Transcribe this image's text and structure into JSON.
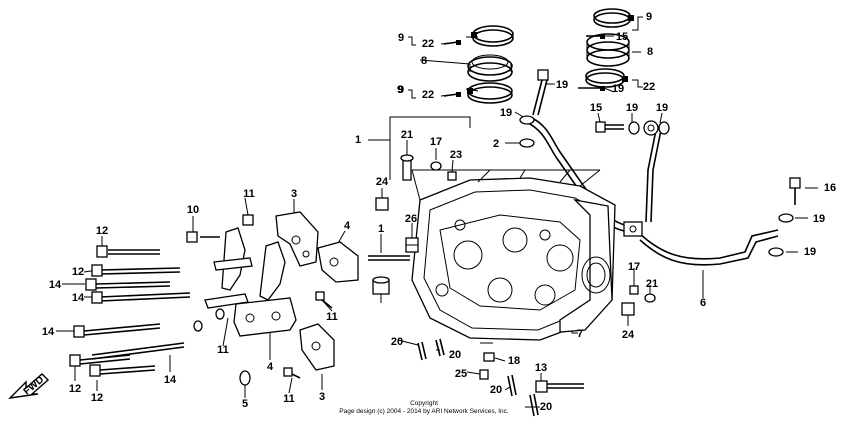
{
  "diagram": {
    "callouts": [
      "9",
      "22",
      "9",
      "8",
      "9",
      "22",
      "8",
      "9",
      "22",
      "15",
      "19",
      "19",
      "19",
      "15",
      "19",
      "19",
      "2",
      "1",
      "21",
      "17",
      "23",
      "24",
      "26",
      "1",
      "16",
      "19",
      "19",
      "17",
      "21",
      "24",
      "7",
      "6",
      "11",
      "10",
      "12",
      "12",
      "14",
      "14",
      "14",
      "12",
      "12",
      "14",
      "3",
      "4",
      "11",
      "11",
      "4",
      "11",
      "5",
      "3",
      "20",
      "20",
      "25",
      "18",
      "20",
      "20",
      "13"
    ],
    "fwd_label": "FWD",
    "copyright_line1": "Copyright",
    "copyright_line2": "Page design (c) 2004 - 2014 by ARI Network Services, Inc."
  },
  "colors": {
    "ink": "#000000",
    "background": "#ffffff"
  }
}
